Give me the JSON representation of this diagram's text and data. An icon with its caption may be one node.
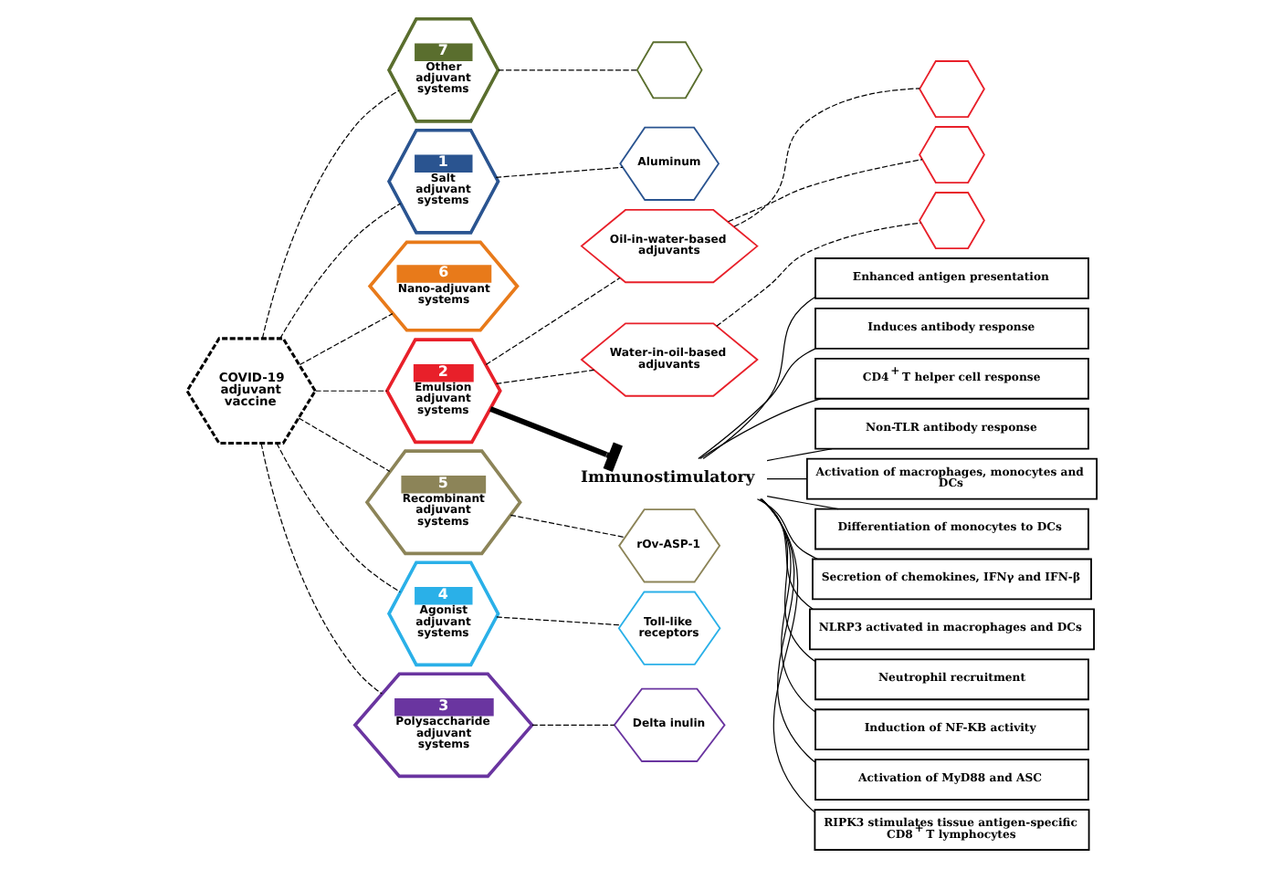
{
  "diagram": {
    "nodes": [
      {
        "text": [
          "COVID-19 adjuvant vaccine"
        ]
      },
      {
        "text": [],
        "shape": "hexagon"
      },
      {
        "text": [
          "Aluminum"
        ]
      },
      {
        "text": [
          "7",
          "Other adjuvant systems"
        ]
      },
      {
        "text": [
          "1",
          "Salt adjuvant systems"
        ]
      },
      {
        "text": [],
        "shape": "hexagon"
      },
      {
        "text": [],
        "shape": "hexagon"
      },
      {
        "text": [
          "Oil-in-water-based adjuvants"
        ]
      },
      {
        "text": [
          "6",
          "Nano-adjuvant systems"
        ]
      },
      {
        "text": [
          "2",
          "Emulsion adjuvant systems"
        ]
      },
      {
        "text": [
          "5",
          "Recombinant adjuvant systems"
        ]
      },
      {
        "text": [
          "Water-in-oil-based adjuvants"
        ]
      },
      {
        "text": [
          "rOv-ASP-1"
        ]
      },
      {
        "text": [
          "4",
          "Agonist adjuvant systems"
        ]
      },
      {
        "text": [
          "3",
          "Polysaccharide adjuvant systems"
        ]
      },
      {
        "text": [],
        "shape": "hexagon"
      },
      {
        "text": [
          "Toll-like receptors"
        ]
      },
      {
        "text": [
          "Delta inulin"
        ]
      },
      {
        "text": [
          "Immunostimulatory"
        ]
      },
      {
        "text": [
          "Enhanced antigen presentation"
        ]
      },
      {
        "text": [
          "Induces antibody response"
        ]
      },
      {
        "text": [
          "CD4$^{+}$ T helper cell response"
        ]
      },
      {
        "text": [
          "Non-TLR antibody response"
        ]
      },
      {
        "text": [
          "Activation of macrophages, monocytes and DCs"
        ]
      },
      {
        "text": [
          "Differentiation of monocytes to DCs"
        ]
      },
      {
        "text": [
          "Secretion of chemokines, IFNγ and IFN-β"
        ]
      },
      {
        "text": [
          "NLRP3 activated in macrophages and DCs"
        ]
      },
      {
        "text": [
          "Neutrophil recruitment"
        ]
      },
      {
        "text": [
          "Induction of NF-KB activity"
        ]
      },
      {
        "text": [
          "Activation of MyD88 and ASC"
        ]
      },
      {
        "text": [
          "RIPK3 stimulates tissue antigen-specific CD8$^{+}$ T lymphocytes"
        ]
      }
    ],
    "edges": [
      {
        "from": 0,
        "to": 3,
        "arrow": "none",
        "style": "dashed"
      },
      {
        "from": 0,
        "to": 4,
        "arrow": "none",
        "style": "dashed"
      },
      {
        "from": 0,
        "to": 8,
        "arrow": "none",
        "style": "dashed"
      },
      {
        "from": 0,
        "to": 9,
        "arrow": "none",
        "style": "dashed"
      },
      {
        "from": 0,
        "to": 10,
        "arrow": "none",
        "style": "dashed"
      },
      {
        "from": 0,
        "to": 13,
        "arrow": "none",
        "style": "dashed"
      },
      {
        "from": 0,
        "to": 14,
        "arrow": "none",
        "style": "dashed"
      },
      {
        "from": 3,
        "to": 1,
        "arrow": "none",
        "style": "dashed"
      },
      {
        "from": 4,
        "to": 2,
        "arrow": "none",
        "style": "dashed"
      },
      {
        "from": 9,
        "to": 7,
        "arrow": "none",
        "style": "dashed"
      },
      {
        "from": 7,
        "to": 5,
        "arrow": "none",
        "style": "dashed"
      },
      {
        "from": 7,
        "to": 6,
        "arrow": "none",
        "style": "dashed"
      },
      {
        "from": 9,
        "to": 11,
        "arrow": "none",
        "style": "dashed"
      },
      {
        "from": 11,
        "to": 15,
        "arrow": "none",
        "style": "dashed"
      },
      {
        "from": 10,
        "to": 12,
        "arrow": "none",
        "style": "dashed"
      },
      {
        "from": 13,
        "to": 16,
        "arrow": "none",
        "style": "dashed"
      },
      {
        "from": 14,
        "to": 17,
        "arrow": "none",
        "style": "dashed"
      },
      {
        "from": 9,
        "to": 18,
        "arrow": "other",
        "style": "thick"
      },
      {
        "from": 18,
        "to": 19,
        "arrow": "none"
      },
      {
        "from": 18,
        "to": 20,
        "arrow": "none"
      },
      {
        "from": 18,
        "to": 21,
        "arrow": "none"
      },
      {
        "from": 18,
        "to": 22,
        "arrow": "none"
      },
      {
        "from": 18,
        "to": 23,
        "arrow": "none"
      },
      {
        "from": 18,
        "to": 24,
        "arrow": "none"
      },
      {
        "from": 18,
        "to": 25,
        "arrow": "none"
      },
      {
        "from": 18,
        "to": 26,
        "arrow": "none"
      },
      {
        "from": 18,
        "to": 27,
        "arrow": "none"
      },
      {
        "from": 18,
        "to": 28,
        "arrow": "none"
      },
      {
        "from": 18,
        "to": 29,
        "arrow": "none"
      },
      {
        "from": 18,
        "to": 30,
        "arrow": "none"
      }
    ]
  }
}
